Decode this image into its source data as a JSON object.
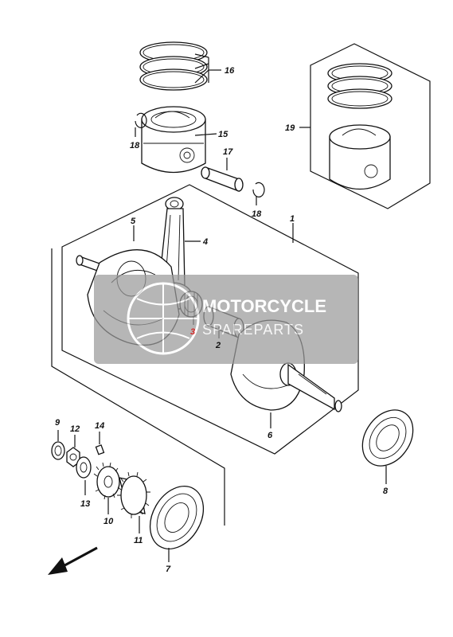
{
  "callouts": [
    {
      "id": "c1",
      "text": "1"
    },
    {
      "id": "c2",
      "text": "2"
    },
    {
      "id": "c3",
      "text": "3",
      "color": "#d42a2a"
    },
    {
      "id": "c4",
      "text": "4"
    },
    {
      "id": "c5",
      "text": "5"
    },
    {
      "id": "c6",
      "text": "6"
    },
    {
      "id": "c7",
      "text": "7"
    },
    {
      "id": "c8",
      "text": "8"
    },
    {
      "id": "c9",
      "text": "9"
    },
    {
      "id": "c10",
      "text": "10"
    },
    {
      "id": "c11",
      "text": "11"
    },
    {
      "id": "c12",
      "text": "12"
    },
    {
      "id": "c13",
      "text": "13"
    },
    {
      "id": "c14",
      "text": "14"
    },
    {
      "id": "c15",
      "text": "15"
    },
    {
      "id": "c16",
      "text": "16"
    },
    {
      "id": "c17",
      "text": "17"
    },
    {
      "id": "c18a",
      "text": "18"
    },
    {
      "id": "c18b",
      "text": "18"
    },
    {
      "id": "c19",
      "text": "19"
    }
  ],
  "watermark": {
    "line1": "MOTORCYCLE",
    "line2": "SPAREPARTS",
    "color": "#9a9a9a"
  },
  "direction_arrow": {
    "icon": "front-direction-arrow-icon"
  }
}
